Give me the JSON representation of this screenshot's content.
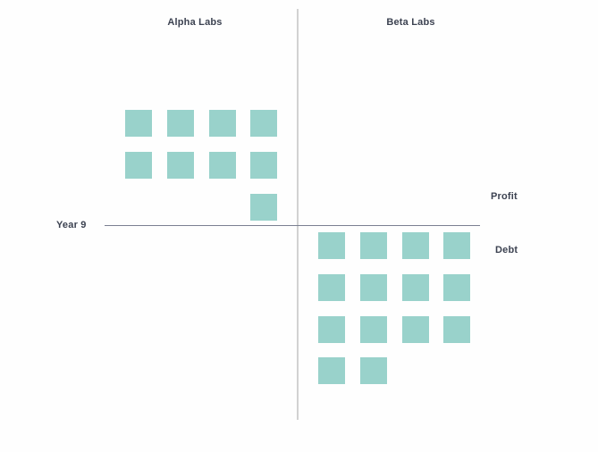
{
  "chart_data": {
    "type": "bar",
    "title": "",
    "subtitle": "",
    "xlabel": "",
    "ylabel": "",
    "grid": false,
    "legend_position": "right",
    "unit_shape": "square",
    "unit_value": 1,
    "row_label": "Year 9",
    "panels": [
      {
        "name": "Alpha Labs",
        "side": "left"
      },
      {
        "name": "Beta Labs",
        "side": "right"
      }
    ],
    "categories": [
      "Profit",
      "Debt"
    ],
    "series": [
      {
        "name": "Alpha Labs",
        "values": [
          9,
          0
        ]
      },
      {
        "name": "Beta Labs",
        "values": [
          0,
          14
        ]
      }
    ],
    "columns_per_row": 4,
    "alpha_labs_profit_rows": [
      4,
      4,
      1
    ],
    "beta_labs_debt_rows": [
      4,
      4,
      4,
      2
    ],
    "colors": {
      "unit": "#99d2cb",
      "axis_horizontal": "#7b7f91",
      "axis_vertical": "#d2d2d2",
      "text": "#3c4251",
      "background": "#fefefe"
    }
  },
  "labels": {
    "panel_left": "Alpha Labs",
    "panel_right": "Beta Labs",
    "row": "Year 9",
    "above_axis": "Profit",
    "below_axis": "Debt"
  }
}
